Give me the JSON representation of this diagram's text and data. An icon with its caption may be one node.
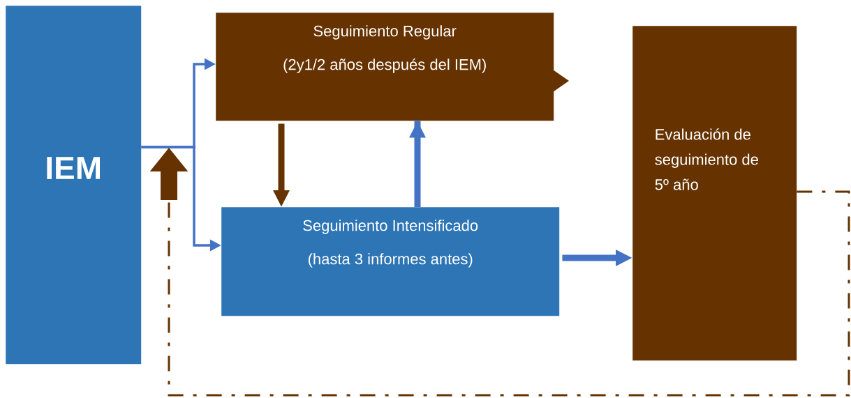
{
  "diagram": {
    "nodes": [
      {
        "text": [
          "IEM"
        ]
      },
      {
        "text": [
          "Seguimiento Regular",
          "(2y1/2 años después del IEM)"
        ]
      },
      {
        "text": [
          "Seguimiento Intensificado",
          "(hasta 3 informes antes)"
        ]
      },
      {
        "text": [
          "Evaluación de seguimiento de 5º año"
        ]
      }
    ],
    "edges": [
      {
        "from": 0,
        "to": 1,
        "arrow": "to"
      },
      {
        "from": 0,
        "to": 2,
        "arrow": "to"
      },
      {
        "from": 1,
        "to": 2,
        "arrow": "to",
        "style": "thick",
        "color": "#663300"
      },
      {
        "from": 2,
        "to": 1,
        "arrow": "to",
        "style": "thick"
      },
      {
        "from": 2,
        "to": 3,
        "arrow": "to",
        "style": "thick"
      },
      {
        "from": 3,
        "to": null,
        "arrow": "to",
        "style": "dashed",
        "color": "#663300"
      }
    ]
  }
}
